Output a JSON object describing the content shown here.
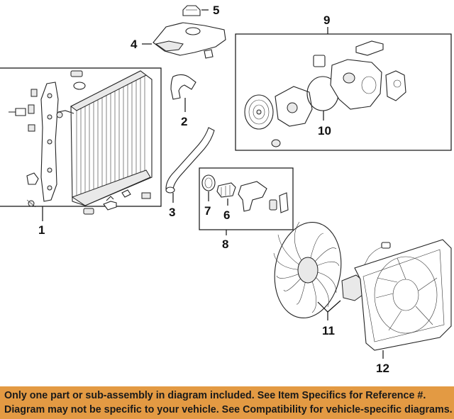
{
  "callouts": {
    "c1": "1",
    "c2": "2",
    "c3": "3",
    "c4": "4",
    "c5": "5",
    "c6": "6",
    "c7": "7",
    "c8": "8",
    "c9": "9",
    "c10": "10",
    "c11": "11",
    "c12": "12"
  },
  "notice": {
    "line1": "Only one part or sub-assembly in diagram included. See Item Specifics for Reference #.",
    "line2": "Diagram may not be specific to your vehicle. See Compatibility for vehicle-specific diagrams."
  },
  "colors": {
    "banner": "#e39a43",
    "line": "#111111"
  }
}
